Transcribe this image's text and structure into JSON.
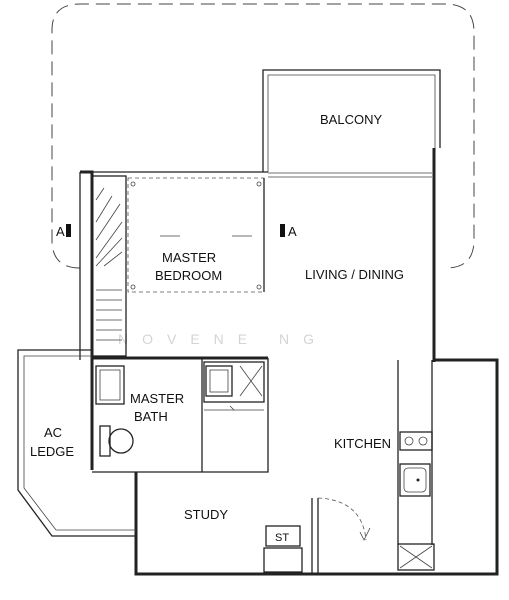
{
  "rooms": {
    "balcony": "BALCONY",
    "master_bedroom_line1": "MASTER",
    "master_bedroom_line2": "BEDROOM",
    "living_dining": "LIVING / DINING",
    "master_bath_line1": "MASTER",
    "master_bath_line2": "BATH",
    "ac_ledge_line1": "AC",
    "ac_ledge_line2": "LEDGE",
    "kitchen": "KITCHEN",
    "study": "STUDY",
    "store": "ST"
  },
  "section_markers": {
    "left": "A",
    "right": "A"
  },
  "watermark": "NOVENE NG"
}
